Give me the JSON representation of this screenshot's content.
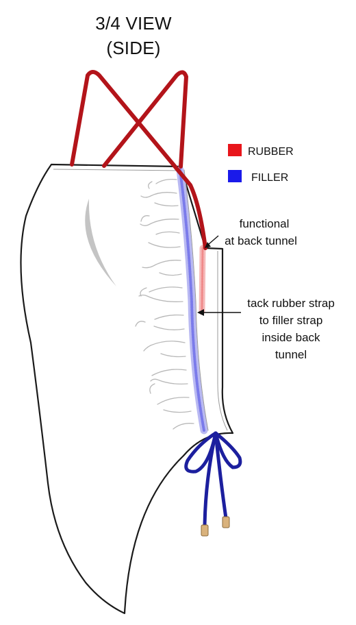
{
  "title": {
    "line1": "3/4 VIEW",
    "line2": "(SIDE)"
  },
  "legend": [
    {
      "label": "RUBBER",
      "color": "#e8151b"
    },
    {
      "label": "FILLER",
      "color": "#1a1aea"
    }
  ],
  "annotations": [
    {
      "lines": [
        "functional",
        "at back tunnel"
      ]
    },
    {
      "lines": [
        "tack rubber strap",
        "to filler strap",
        "inside back",
        "tunnel"
      ]
    }
  ],
  "colors": {
    "strap_rubber": "#b3141a",
    "drawcord_filler": "#1c1f9e",
    "cord_tip": "#d9b27c",
    "stitch_filler": "#7b7bea",
    "stitch_rubber": "#f08a8a",
    "ruching": "#b8b8b8",
    "shading": "#c4c4c4",
    "outline": "#1a1a1a"
  }
}
